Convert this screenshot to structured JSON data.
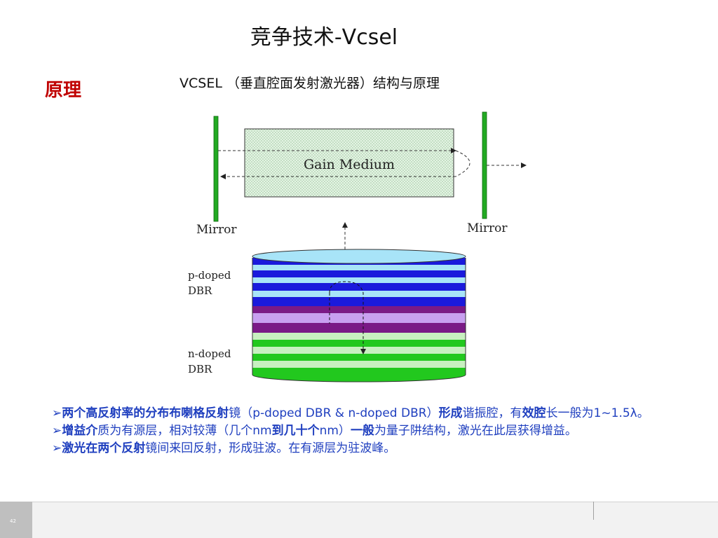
{
  "slide": {
    "title": "竞争技术-Vcsel",
    "section_label": "原理",
    "subtitle": "VCSEL （垂直腔面发射激光器）结构与原理",
    "page_number": "42"
  },
  "diagram": {
    "gain_medium_label": "Gain Medium",
    "mirror_left_label": "Mirror",
    "mirror_right_label": "Mirror",
    "p_dbr_label_1": "p-doped",
    "p_dbr_label_2": "DBR",
    "n_dbr_label_1": "n-doped",
    "n_dbr_label_2": "DBR",
    "colors": {
      "mirror": "#22aa22",
      "blue_layer": "#1a1adc",
      "light_blue_layer": "#a8e4f8",
      "purple_layer": "#7a1a86",
      "light_purple_layer": "#c8a0f0",
      "green_layer": "#22c81e",
      "light_green_layer": "#c8f0c0"
    }
  },
  "bullets": [
    {
      "arrow": "➢",
      "parts": [
        {
          "text": "两个高反射率的分布布喇格反射",
          "bold": true
        },
        {
          "text": "镜（p-doped DBR & n-doped DBR）",
          "bold": false
        },
        {
          "text": "形成",
          "bold": true
        },
        {
          "text": "谐振腔，有",
          "bold": false
        },
        {
          "text": "效腔",
          "bold": true
        },
        {
          "text": "长一般为",
          "bold": false
        },
        {
          "text": "1~1.5λ",
          "bold": false
        },
        {
          "text": "。",
          "bold": false
        }
      ]
    },
    {
      "arrow": "➢",
      "parts": [
        {
          "text": "增益介",
          "bold": true
        },
        {
          "text": "质为有源层，相对较薄（几个",
          "bold": false
        },
        {
          "text": "nm",
          "bold": false
        },
        {
          "text": "到几十个",
          "bold": true
        },
        {
          "text": "nm）",
          "bold": false
        },
        {
          "text": "一般",
          "bold": true
        },
        {
          "text": "为量子阱结构，激光在此层获得增益。",
          "bold": false
        }
      ]
    },
    {
      "arrow": "➢",
      "parts": [
        {
          "text": "激光在两个反射",
          "bold": true
        },
        {
          "text": "镜间来回反射，形成驻波。在有源层为驻波峰。",
          "bold": false
        }
      ]
    }
  ]
}
